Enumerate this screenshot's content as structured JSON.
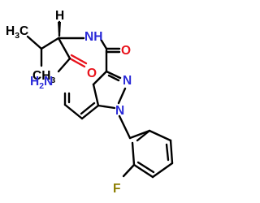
{
  "molecule": {
    "atoms": {
      "h_stereo": "H",
      "ch3_a": "H3C",
      "ch3_b": "CH3",
      "nh_amide": "NH",
      "o_amide": "O",
      "h2n": "H2N",
      "o_carbonyl": "O",
      "n_pyrazole_top": "N",
      "n_pyrazole_bottom": "N",
      "f": "F"
    },
    "colors": {
      "carbon": "#000000",
      "nitrogen": "#2a2ad8",
      "oxygen": "#e8121b",
      "fluorine": "#8c7d00"
    }
  }
}
